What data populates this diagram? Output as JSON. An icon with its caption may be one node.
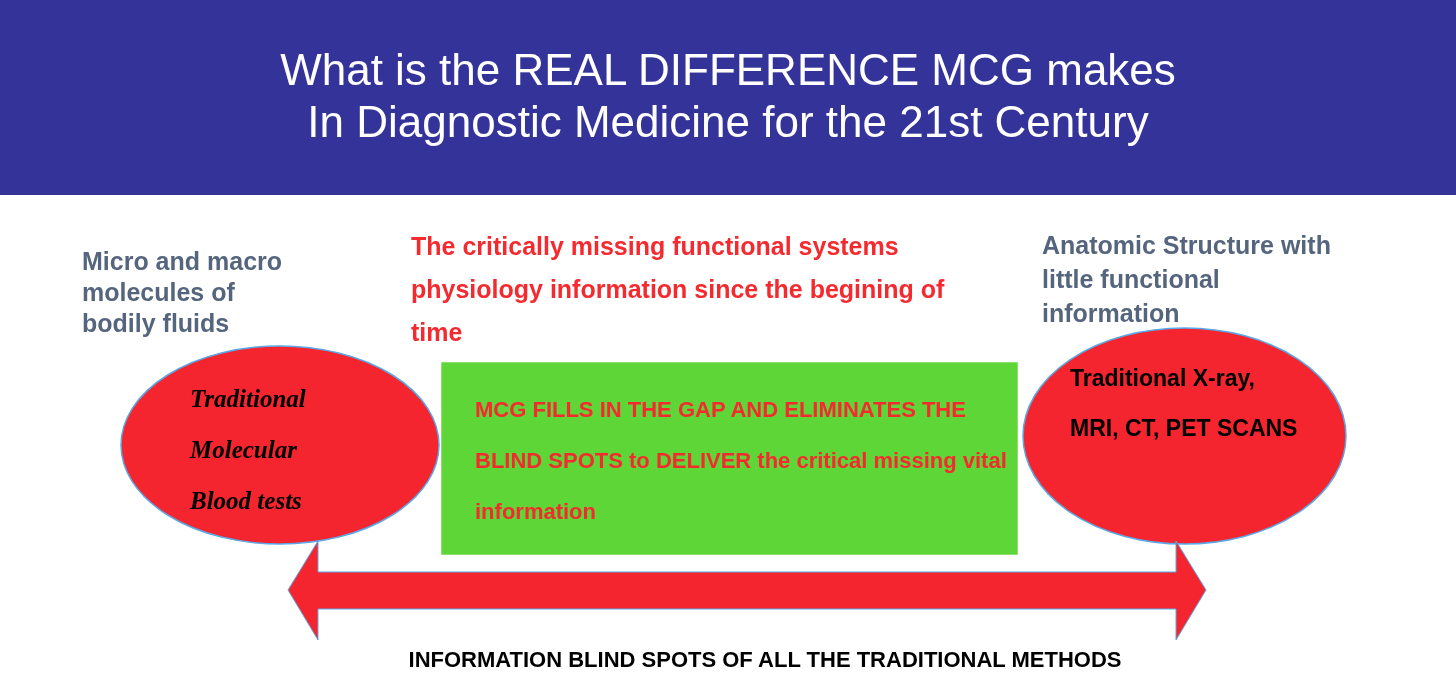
{
  "diagram": {
    "title": "What is the REAL DIFFERENCE MCG makes In Diagnostic Medicine for the 21st Century",
    "nodes": [
      {
        "text": [
          "Traditional Molecular Blood tests"
        ]
      },
      {
        "text": [
          "MCG FILLS IN THE GAP AND ELIMINATES THE BLIND SPOTS to DELIVER the critical missing vital information"
        ]
      },
      {
        "text": [
          "Traditional X-ray, MRI, CT, PET SCANS"
        ]
      }
    ],
    "edges": [],
    "labels": [
      "The critically missing functional systems physiology information since the begining of time",
      "Anatomic Structure with little functional information",
      "Micro and macro molecules of bodily fluids",
      "INFORMATION BLIND SPOTS OF ALL THE TRADITIONAL METHODS"
    ]
  }
}
